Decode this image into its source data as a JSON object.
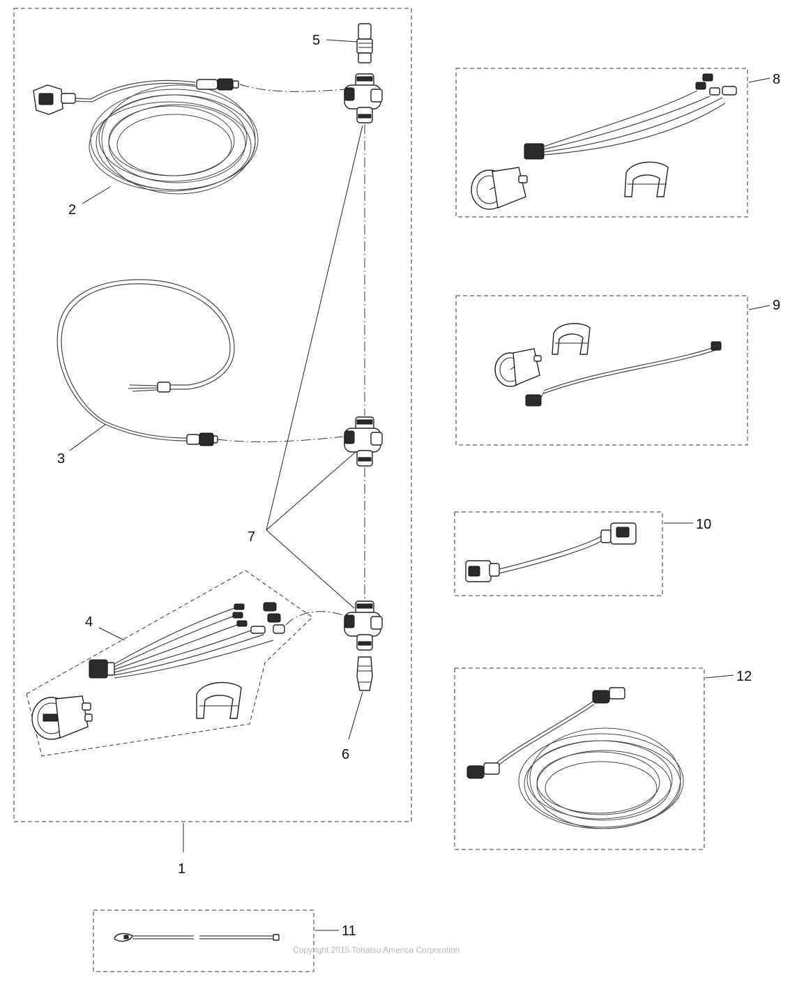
{
  "diagram": {
    "callouts": {
      "c1": "1",
      "c2": "2",
      "c3": "3",
      "c4": "4",
      "c5": "5",
      "c6": "6",
      "c7": "7",
      "c8": "8",
      "c9": "9",
      "c10": "10",
      "c11": "11",
      "c12": "12"
    },
    "copyright": "Copyright 2015 Tohatsu America Corporation"
  }
}
